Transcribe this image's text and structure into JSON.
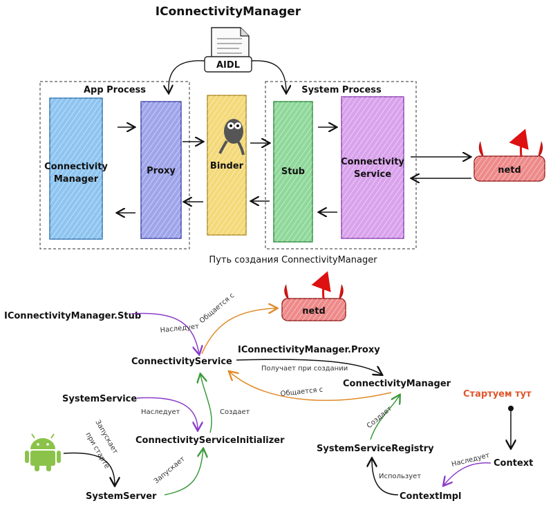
{
  "top_diagram": {
    "title": "IConnectivityManager",
    "aidl_label": "AIDL",
    "app_process_label": "App Process",
    "system_process_label": "System Process",
    "connectivity_manager_line1": "Connectivity",
    "connectivity_manager_line2": "Manager",
    "proxy_label": "Proxy",
    "binder_label": "Binder",
    "stub_label": "Stub",
    "connectivity_service_line1": "Connectivity",
    "connectivity_service_line2": "Service",
    "netd_label": "netd",
    "caption": "Путь создания ConnectivityManager",
    "colors": {
      "connectivity_manager": "#8ec5f0",
      "proxy": "#9fa5ea",
      "binder": "#f3d978",
      "stub": "#8fd89a",
      "connectivity_service": "#d9a2ec",
      "netd": "#ee8a8a",
      "horns": "#dd1111"
    }
  },
  "bottom_diagram": {
    "nodes": {
      "stub_class": "IConnectivityManager.Stub",
      "connectivity_service": "ConnectivityService",
      "proxy_class": "IConnectivityManager.Proxy",
      "connectivity_manager": "ConnectivityManager",
      "system_service": "SystemService",
      "initializer": "ConnectivityServiceInitializer",
      "system_service_registry": "SystemServiceRegistry",
      "system_server": "SystemServer",
      "context": "Context",
      "context_impl": "ContextImpl",
      "start_here": "Стартуем тут",
      "netd": "netd"
    },
    "edges": {
      "inherits_1": "Наследует",
      "talks_with_1": "Общается с",
      "receives_on_create": "Получает при создании",
      "talks_with_2": "Общается с",
      "inherits_2": "Наследует",
      "creates_1": "Создает",
      "launches_on_start_1": "Запускает",
      "launches_on_start_2": "при старте",
      "creates_2": "Создает",
      "launches": "Запускает",
      "inherits_3": "Наследует",
      "uses": "Использует"
    },
    "icons": [
      "android-icon",
      "horns-icon"
    ],
    "colors": {
      "purple_arrow": "#8a3cc8",
      "green_arrow": "#3c9a3c",
      "orange_arrow": "#e08a28",
      "start_text": "#e0552a"
    }
  }
}
